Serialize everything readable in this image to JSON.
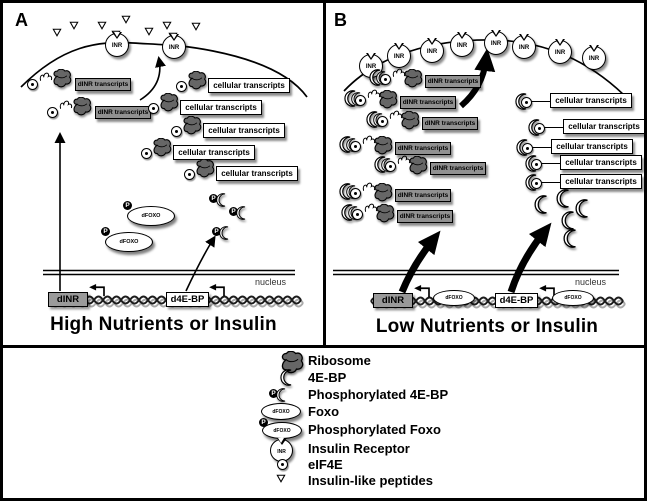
{
  "strings": {
    "panel_a_label": "A",
    "panel_b_label": "B",
    "caption_a": "High Nutrients or Insulin",
    "caption_b": "Low Nutrients or Insulin",
    "inr": "INR",
    "dinr_transcripts": "dINR transcripts",
    "cellular_transcripts": "cellular transcripts",
    "dfoxo": "dFOXO",
    "p": "P",
    "nucleus": "nucleus",
    "dinr_gene": "dINR",
    "d4ebp_gene": "d4E-BP"
  },
  "legend": {
    "items": [
      {
        "icon": "ribosome-icon",
        "label": "Ribosome"
      },
      {
        "icon": "4ebp-icon",
        "label": "4E-BP"
      },
      {
        "icon": "phospho-4ebp-icon",
        "label": "Phosphorylated 4E-BP"
      },
      {
        "icon": "foxo-icon",
        "label": "Foxo"
      },
      {
        "icon": "phospho-foxo-icon",
        "label": "Phosphorylated Foxo"
      },
      {
        "icon": "insulin-receptor-icon",
        "label": "Insulin Receptor"
      },
      {
        "icon": "eif4e-icon",
        "label": "eIF4E"
      },
      {
        "icon": "insulin-like-peptides-icon",
        "label": "Insulin-like peptides"
      }
    ]
  },
  "colors": {
    "transcript_box_gray": "#919191",
    "gene_box_gray": "#9a9a9a",
    "ribosome_gray": "#666666",
    "line_black": "#000000",
    "background": "#ffffff"
  }
}
